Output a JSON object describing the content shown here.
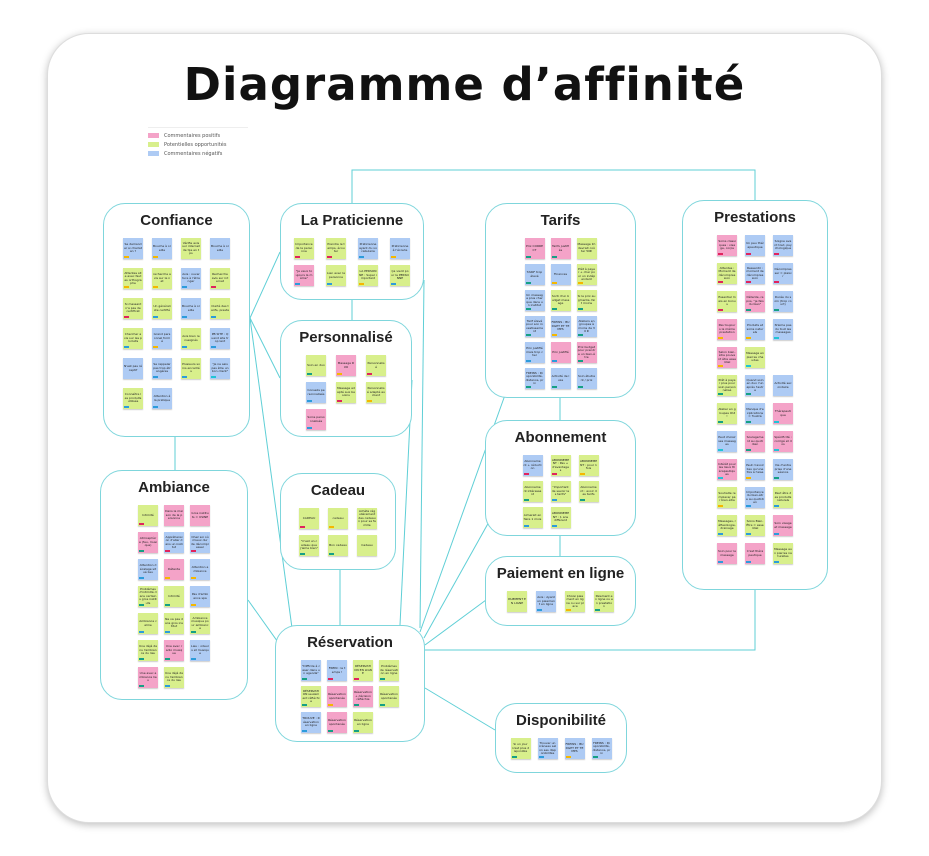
{
  "title": "Diagramme d’affinité",
  "colors": {
    "p": "#f4a3c8",
    "g": "#d8ef8c",
    "b": "#aecbf4",
    "r": "#e0245e",
    "y": "#f5b700",
    "t": "#16a085",
    "bl": "#2d9cdb",
    "c": "#21c4d6",
    "line": "#5fcfd6"
  },
  "legend": [
    {
      "label": "Commentaires positifs",
      "color": "#f4a3c8"
    },
    {
      "label": "Potentielles opportunités",
      "color": "#d8ef8c"
    },
    {
      "label": "Commentaires négatifs",
      "color": "#aecbf4"
    }
  ],
  "groups": [
    {
      "id": "confiance",
      "title": "Confiance",
      "notes": [
        [
          "b",
          "Se demander si charlatan ?",
          "y"
        ],
        [
          "b",
          "Bouche à oreille",
          "y"
        ],
        [
          "g",
          "Vérifie avis sur internet de tps en tps",
          ""
        ],
        [
          "b",
          "Bouche à oreille",
          ""
        ],
        [
          "g",
          "Attentes site avec fautes orthographe",
          "y"
        ],
        [
          "g",
          "recherche avis sur le net",
          "y"
        ],
        [
          "b",
          "Avis : ouverture à l'étranger",
          "bl"
        ],
        [
          "g",
          "Recherche avis sur internet",
          "r"
        ],
        [
          "g",
          "Si massant n'a pas de certificat",
          "r"
        ],
        [
          "g",
          "Un généraliste certifié",
          "bl"
        ],
        [
          "b",
          "Bouche à oreille",
          "bl"
        ],
        [
          "g",
          "Clarté des tarifs, presta",
          "bl"
        ],
        [
          "g",
          "Chercher avis sur les produits",
          "bl"
        ],
        [
          "b",
          "Grand personnel formé",
          "y"
        ],
        [
          "g",
          "Avis bien renseignés",
          "bl"
        ],
        [
          "b",
          "PB SITE : Quand site trop lent",
          "bl"
        ],
        [
          "b",
          "N'est pas réceptif",
          ""
        ],
        [
          "b",
          "Se rappeler pas trop étrangères",
          "bl"
        ],
        [
          "g",
          "Plusieurs soins encadrés",
          "bl"
        ],
        [
          "b",
          "\"Je ne sais pas être un bon client\"",
          "c"
        ],
        [
          "g",
          "Connaître les produits utilisés",
          "bl"
        ],
        [
          "b",
          "Attention à la pratique",
          "bl"
        ]
      ]
    },
    {
      "id": "praticienne",
      "title": "La Praticienne",
      "notes": [
        [
          "g",
          "Importance de la personne",
          "r"
        ],
        [
          "g",
          "Prendre le temps, écouter",
          "r"
        ],
        [
          "b",
          "Praticienne ayant du vocabulaire",
          "bl"
        ],
        [
          "b",
          "Praticienne à l'écoute",
          "y"
        ],
        [
          "p",
          "\"Je veux toujours la même\"",
          "bl"
        ],
        [
          "g",
          "Lien avec la personne",
          "bl"
        ],
        [
          "g",
          "LA PERSONNE : Super important",
          "y"
        ],
        [
          "g",
          "Ça vient pour la PERSONNE",
          "bl"
        ]
      ]
    },
    {
      "id": "personnalise",
      "title": "Personnalisé",
      "notes": [
        [
          "g",
          "Soin en duo",
          "t"
        ],
        [
          "p",
          "Massage DUO",
          "y"
        ],
        [
          "g",
          "Personnalisé",
          "r"
        ],
        [
          "b",
          "Conseils personnalisés",
          "bl"
        ],
        [
          "g",
          "Massage adapté aux besoins",
          "r"
        ],
        [
          "g",
          "Personnalisé adapté au client",
          "y"
        ],
        [
          "p",
          "Soins personnalisés",
          "bl"
        ]
      ]
    },
    {
      "id": "cadeau",
      "title": "Cadeau",
      "notes": [
        [
          "g",
          "CADEAU",
          "r"
        ],
        [
          "g",
          "cadeau",
          "y"
        ],
        [
          "g",
          "Achète régulièrement des cadeaux pour sa famille",
          ""
        ],
        [
          "g",
          "\"C'est un cadeau que j'aime bien\"",
          "t"
        ],
        [
          "g",
          "Bon cadeau",
          "t"
        ],
        [
          "g",
          "Cadeau",
          ""
        ]
      ]
    },
    {
      "id": "ambiance",
      "title": "Ambiance",
      "notes": [
        [
          "g",
          "Intimité",
          "r"
        ],
        [
          "p",
          "Dans la maison de la personne",
          "",
          ""
        ],
        [
          "p",
          "Gros instituts = USINE",
          ""
        ],
        [
          "p",
          "Atmosphère (feu, musique)",
          "t"
        ],
        [
          "b",
          "Appréhension d'aller dans un institut",
          "r"
        ],
        [
          "b",
          "Chez soi où mieux dur de décompresser",
          "r"
        ],
        [
          "b",
          "Attention décalage situé lieu",
          "bl"
        ],
        [
          "p",
          "Détente",
          "y"
        ],
        [
          "b",
          "Attention ambiance",
          "y"
        ],
        [
          "g",
          "Problèmes d'intimité dans certains gros instituts",
          "t"
        ],
        [
          "g",
          "Intimité",
          "t"
        ],
        [
          "b",
          "Pas d'ambiance spa",
          "y"
        ],
        [
          "g",
          "Ambiance calme",
          "bl"
        ],
        [
          "g",
          "Ne va pas dans gros institut",
          "bl"
        ],
        [
          "g",
          "Ambiance musique pour ambiance",
          "t"
        ],
        [
          "g",
          "Une déjà dans l'ambiance du lieu",
          "t"
        ],
        [
          "p",
          "Une avec radio musique",
          "t"
        ],
        [
          "b",
          "Lieu : odeurs et musique",
          "bl"
        ],
        [
          "p",
          "Une avec ambiance lieu",
          "t"
        ],
        [
          "g",
          "Une déjà dans l'ambiance du lieu",
          "bl"
        ]
      ]
    },
    {
      "id": "tarifs",
      "title": "Tarifs",
      "notes": [
        [
          "p",
          "Prix CORRECT",
          "t"
        ],
        [
          "p",
          "Tarifs justifiés",
          "t"
        ],
        [
          "g",
          "Massage 1h devrait coûter 50€",
          ""
        ],
        [
          "b",
          "TARIF trop élevé",
          "t"
        ],
        [
          "b",
          "Finances",
          "y"
        ],
        [
          "g",
          "Prêt à payer + cher pour un indépendant",
          "y"
        ],
        [
          "b",
          "Un massage plus cher que dans un institut",
          "t"
        ],
        [
          "g",
          "Sorti d'un budget massage",
          "t"
        ],
        [
          "g",
          "Si le prix augmente, fait moins",
          "t"
        ],
        [
          "b",
          "Tarif élevé pour son investissement",
          "t"
        ],
        [
          "b",
          "FREINS : BUDGET ET TEMPS",
          "y"
        ],
        [
          "b",
          "Ateliers en groupes à moins de 30 €",
          "t"
        ],
        [
          "b",
          "Prix justifié mais trop cher",
          "bl"
        ],
        [
          "p",
          "Prix justifié",
          "bl"
        ],
        [
          "p",
          "Prix budget pour prendre un bien-être",
          "t"
        ],
        [
          "b",
          "FREINS : Disponibilité, distance, prix",
          "t"
        ],
        [
          "b",
          "Activité de luxe",
          "t"
        ],
        [
          "b",
          "Soin étudiant / prix",
          "t"
        ]
      ]
    },
    {
      "id": "abonnement",
      "title": "Abonnement",
      "notes": [
        [
          "b",
          "Abonnement + réduction",
          "r"
        ],
        [
          "g",
          "ABONNEMENT : Pas + d'avantages",
          "r"
        ],
        [
          "g",
          "ABONNEMENT : pour 1 fois",
          "y"
        ],
        [
          "g",
          "Abonnement intéressant",
          "t"
        ],
        [
          "g",
          "\"Important de savoir les tarifs\"",
          "bl"
        ],
        [
          "g",
          "Abonnement : avoir des tarifs",
          "t"
        ],
        [
          "g",
          "Aimerait en faire 1 mois",
          "bl"
        ],
        [
          "g",
          "ABONNEMENT : 1 ans différent",
          "bl"
        ]
      ]
    },
    {
      "id": "paiement",
      "title": "Paiement en ligne",
      "notes": [
        [
          "g",
          "PAIEMENT EN LIGNE",
          ""
        ],
        [
          "b",
          "Avis : Ayant un paiement en ligne",
          "bl"
        ],
        [
          "g",
          "Choisi paiement en ligne ou sur place",
          "y"
        ],
        [
          "g",
          "Paiement en ligne ou en prestation",
          "t"
        ]
      ]
    },
    {
      "id": "prestations",
      "title": "Prestations",
      "notes": [
        [
          "p",
          "Soins classiques : visage, corps",
          "r"
        ],
        [
          "b",
          "Un peu thérapeutique",
          "r"
        ],
        [
          "b",
          "Soigne avant tout, psychologique",
          "r"
        ],
        [
          "g",
          "Attentes : Moment de décompression",
          "r"
        ],
        [
          "b",
          "Ressentir : moment de décompression",
          "r"
        ],
        [
          "b",
          "Décompresser = plaisir",
          "r"
        ],
        [
          "g",
          "Essentiel mais en bonus",
          "r"
        ],
        [
          "p",
          "Détente, repos, \"je fais du bien\"",
          "t"
        ],
        [
          "b",
          "Durée du soin (trop court)",
          "t"
        ],
        [
          "p",
          "Pas toujours la même prestation",
          "y"
        ],
        [
          "b",
          "Produits et soins naturels",
          "y"
        ],
        [
          "b",
          "N'aime pas du tout les massages",
          "c"
        ],
        [
          "p",
          "Salon bien-être pouvant être essentiel",
          "y"
        ],
        [
          "g",
          "Massage en pierres chaudes",
          "c"
        ],
        [
          "",
          "",
          ""
        ],
        [
          "g",
          "Prêt à payer plus pour soin personnalisé",
          "t"
        ],
        [
          "b",
          "Quand soin en duo l'un après l'autre",
          "t"
        ],
        [
          "b",
          "Activité secondaire",
          ""
        ],
        [
          "g",
          "Atelier en groupes OUI !",
          "t"
        ],
        [
          "b",
          "Manque d'explications = frustré",
          "t"
        ],
        [
          "p",
          "Thérapeutique",
          "c"
        ],
        [
          "b",
          "Peut choisir ses massages",
          "c"
        ],
        [
          "p",
          "Soulagement au quotidien",
          "t"
        ],
        [
          "p",
          "Spécificité : corrigé et dos",
          "c"
        ],
        [
          "p",
          "Intérêt pour les lieux thérapeutiques",
          "c"
        ],
        [
          "b",
          "Peut n'avoir lieu qu'une fois à l'aise",
          "y"
        ],
        [
          "b",
          "Vie d'entreprise d'une séance",
          "t"
        ],
        [
          "g",
          "Souhaite remplacer par bien-être",
          "y"
        ],
        [
          "b",
          "Importance du bien-être au quotidien",
          "bl"
        ],
        [
          "g",
          "Peut être des produits naturels",
          "bl"
        ],
        [
          "g",
          "Massages, réflexologie, drainage",
          "bl"
        ],
        [
          "g",
          "Soins Bien-Être = essentiel",
          "bl"
        ],
        [
          "p",
          "Soin visage et massage",
          "bl"
        ],
        [
          "p",
          "Soin pour le massage",
          "bl"
        ],
        [
          "p",
          "C'est thérapeutique",
          "bl"
        ],
        [
          "g",
          "Massage aux pierres naturelles",
          "bl"
        ]
      ]
    },
    {
      "id": "reservation",
      "title": "Réservation",
      "notes": [
        [
          "b",
          "\"Difficile à caser dans un agenda\"",
          "t"
        ],
        [
          "b",
          "FREIN : le temps !",
          "r"
        ],
        [
          "g",
          "RÉSERVATION EN LIGNE",
          "r"
        ],
        [
          "g",
          "Problèmes de réservation en ligne",
          "t"
        ],
        [
          "g",
          "RÉSERVATION seulement réfléchie",
          "t"
        ],
        [
          "p",
          "Réservation spontanée",
          "y"
        ],
        [
          "p",
          "Réservation + décision réfléchie",
          "t"
        ],
        [
          "g",
          "Réservation spontanée",
          "t"
        ],
        [
          "b",
          "TROUVE : Réservation en ligne",
          "bl"
        ],
        [
          "p",
          "Réservation spontanée",
          "t"
        ],
        [
          "g",
          "Réservation en ligne",
          "t"
        ]
      ]
    },
    {
      "id": "disponibilite",
      "title": "Disponibilité",
      "notes": [
        [
          "g",
          "Si un jour n'est plus disponible",
          "t"
        ],
        [
          "b",
          "Trouver un créneau selon ses disponibilités",
          "bl"
        ],
        [
          "b",
          "FREINS : BUDGET ET TEMPS",
          "y"
        ],
        [
          "b",
          "FREINS : Disponibilité, distance, prix",
          "t"
        ]
      ]
    }
  ]
}
